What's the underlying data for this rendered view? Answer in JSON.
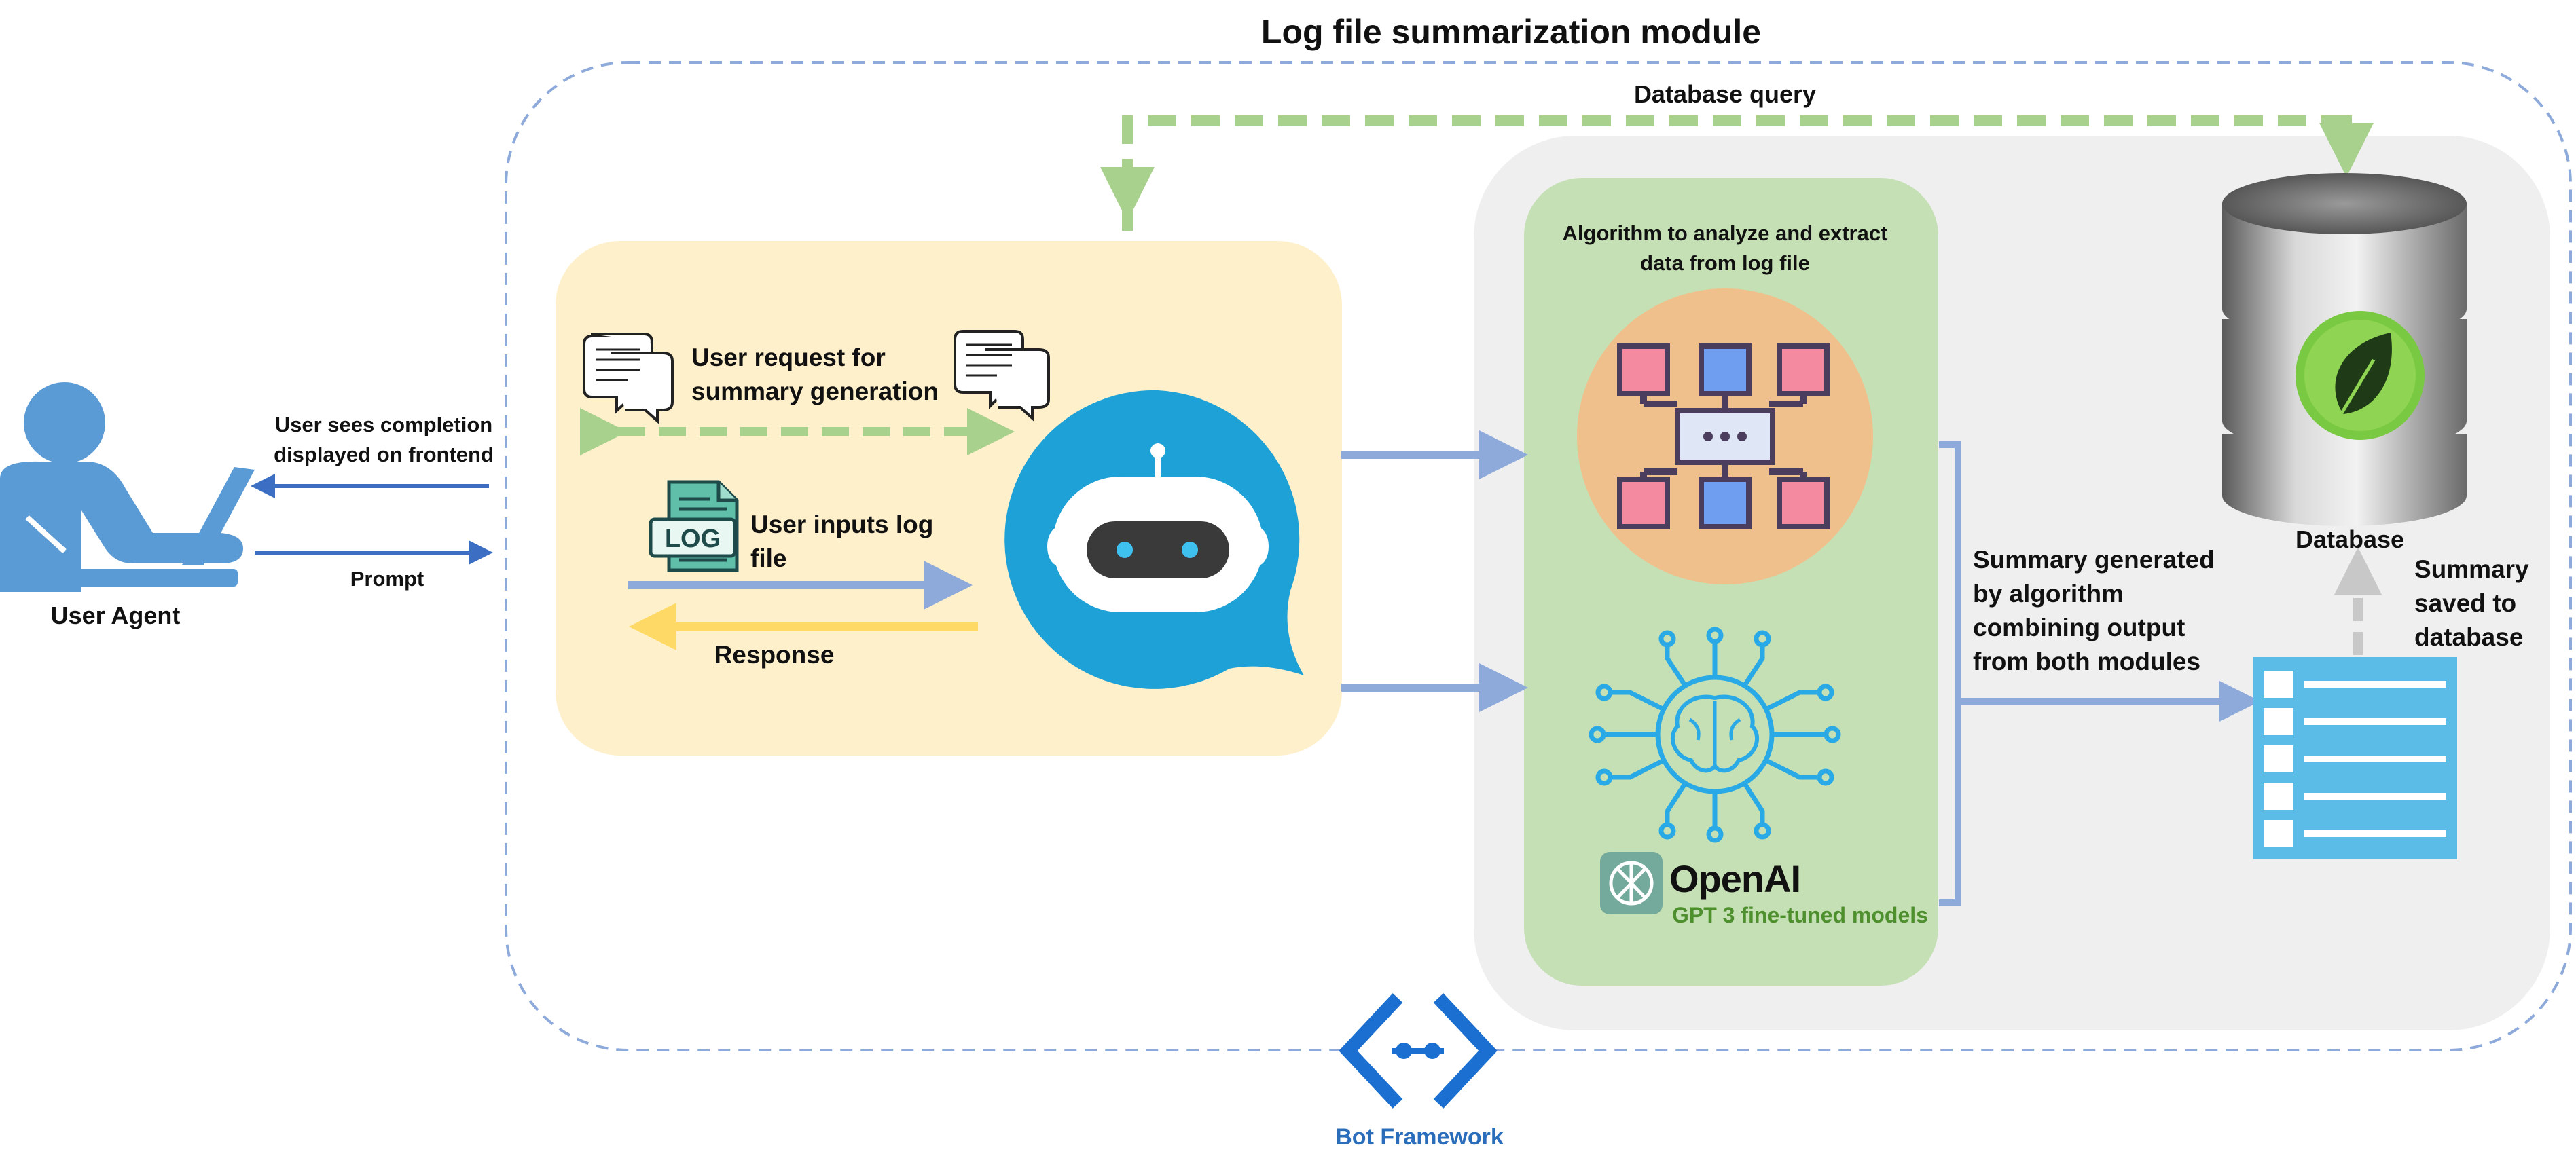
{
  "title": "Log file summarization module",
  "database_query_label": "Database query",
  "user": {
    "sees_completion": "User sees completion displayed on frontend",
    "prompt": "Prompt",
    "name": "User Agent"
  },
  "bot_panel": {
    "request_label": "User request for summary generation",
    "log_label": "User inputs log file",
    "log_badge": "LOG",
    "response_label": "Response"
  },
  "algorithm_label": "Algorithm to analyze and extract data from log file",
  "openai": {
    "name": "OpenAI",
    "models": "GPT 3 fine-tuned models"
  },
  "summary_label": "Summary generated by algorithm combining output from both modules",
  "database_label": "Database",
  "saved_label": "Summary saved to database",
  "bot_framework_label": "Bot Framework",
  "colors": {
    "dashed_border": "#8eaadb",
    "bot_panel": "#fff0cc",
    "grey_panel": "#efefef",
    "green_panel": "#c5e0b4",
    "arrow_blue": "#8eaadb",
    "arrow_dark_blue": "#3c6fc4",
    "arrow_green": "#a9d18e",
    "arrow_yellow": "#ffd966",
    "robot_bubble": "#1da1d6",
    "user_icon": "#5b9bd5",
    "document_icon": "#5bbce8"
  },
  "icons": [
    "user-agent-icon",
    "chat-bubble-icon",
    "log-file-icon",
    "robot-chat-icon",
    "network-diagram-icon",
    "ai-brain-icon",
    "openai-logo-icon",
    "database-cylinder-icon",
    "leaf-icon",
    "document-list-icon",
    "bot-framework-icon"
  ]
}
